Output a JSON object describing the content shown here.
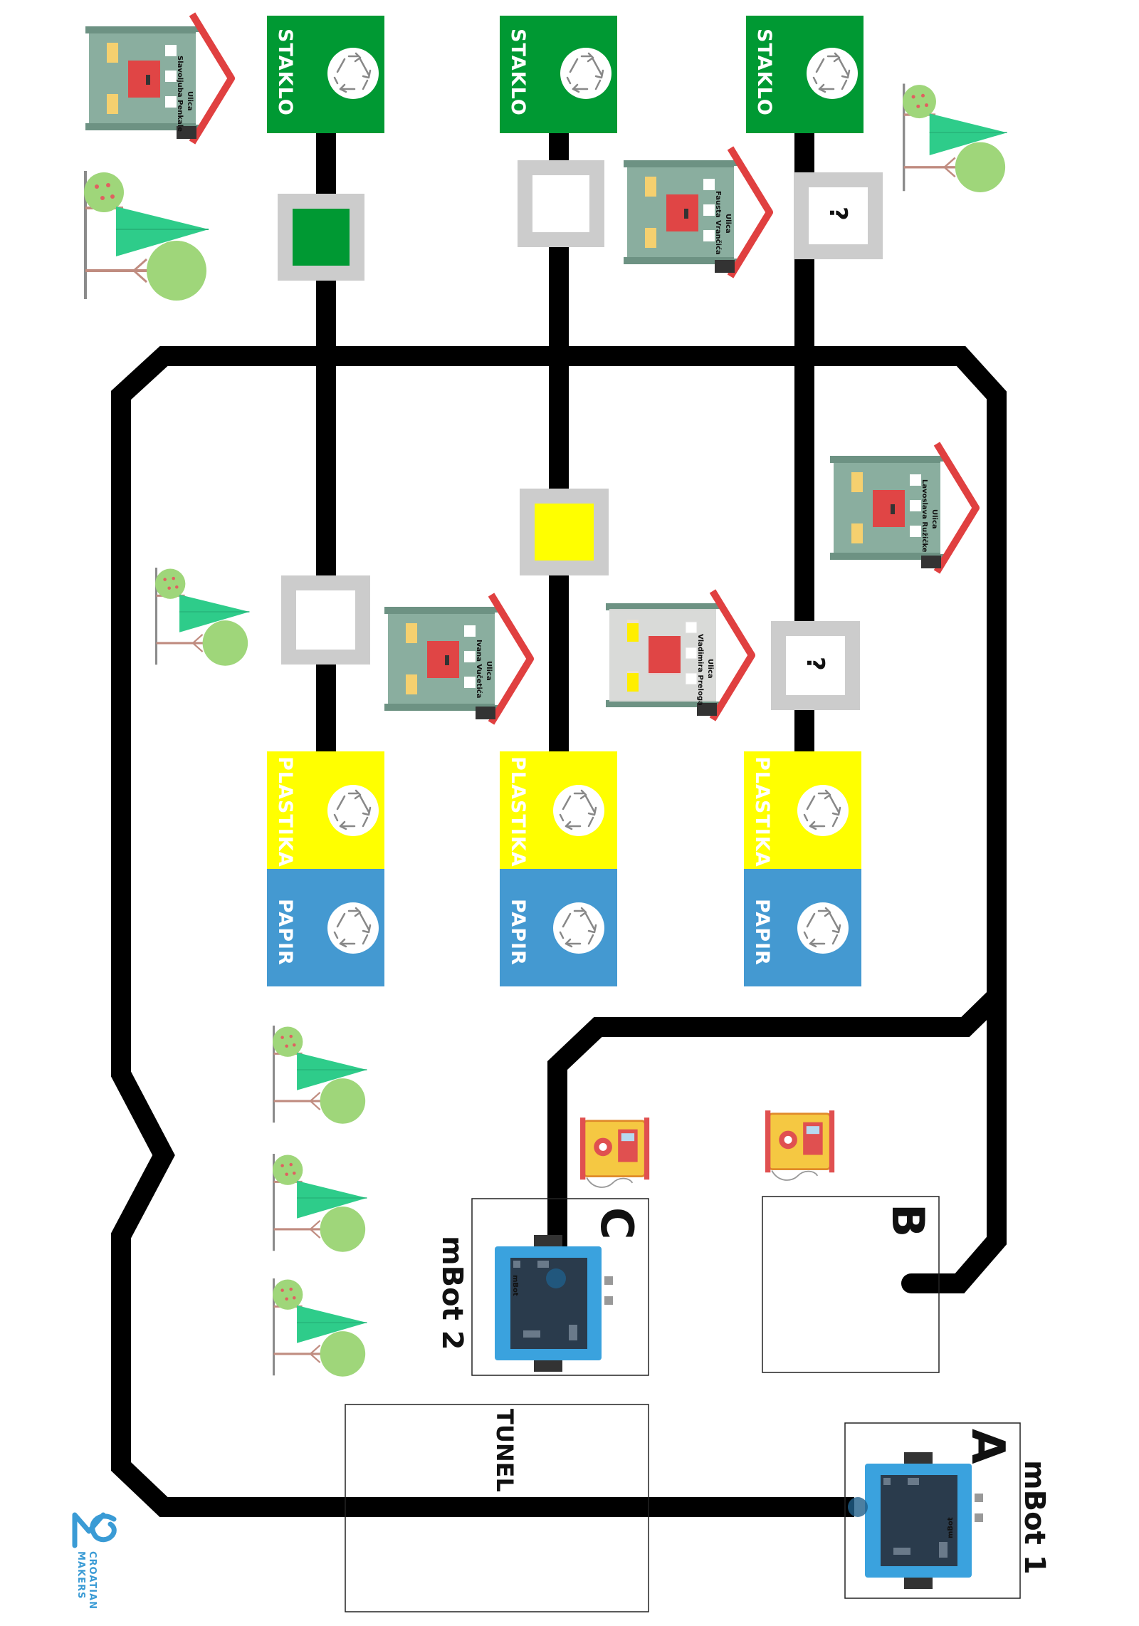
{
  "bins": {
    "glass_label": "STAKLO",
    "plastic_label": "PLASTIKA",
    "paper_label": "PAPIR"
  },
  "checkpoints": {
    "question_mark": "?"
  },
  "streets": {
    "prefix": "Ulica",
    "s1": "Slavoljuba Penkale",
    "s2": "Fausta Vrančića",
    "s3": "Lavoslava Ružičke",
    "s4": "Ivana Vučetića",
    "s5": "Vladimira Preloga"
  },
  "zones": {
    "a": "A",
    "b": "B",
    "c": "C",
    "tunnel": "TUNEL"
  },
  "robots": {
    "robot1_label": "mBot 1",
    "robot2_label": "mBot 2",
    "board_text": "mBot"
  },
  "logo": {
    "line1": "CROATIAN",
    "line2": "MAKERS"
  },
  "colors": {
    "glass": "#009933",
    "plastic": "#ffff00",
    "paper": "#4499d1",
    "track": "#000000",
    "checkpoint_frame": "#cccccc",
    "robot_blue": "#3aa2de",
    "brand": "#3a9bd5"
  }
}
